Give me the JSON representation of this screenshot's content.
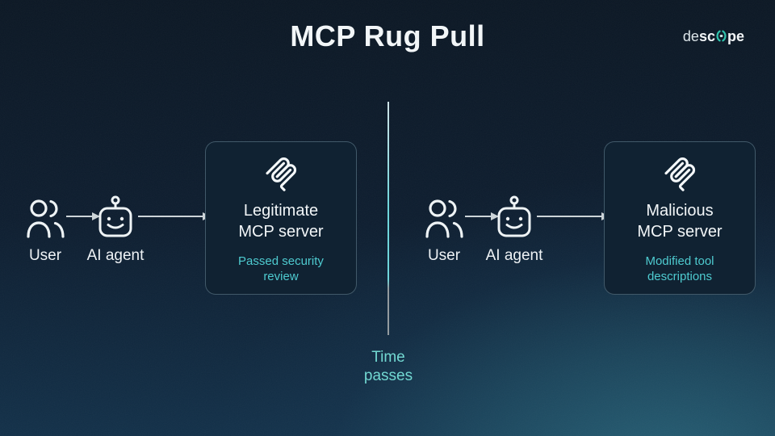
{
  "title": "MCP Rug Pull",
  "brand": {
    "prefix": "de",
    "mid": "sc",
    "suffix": "pe"
  },
  "panels": [
    {
      "user_label": "User",
      "agent_label": "AI agent",
      "server_name": [
        "Legitimate",
        "MCP server"
      ],
      "server_note": [
        "Passed security",
        "review"
      ]
    },
    {
      "user_label": "User",
      "agent_label": "AI agent",
      "server_name": [
        "Malicious",
        "MCP server"
      ],
      "server_note": [
        "Modified tool",
        "descriptions"
      ]
    }
  ],
  "divider_label": [
    "Time",
    "passes"
  ],
  "icons": {
    "user": "users-icon",
    "agent": "robot-icon",
    "server": "mcp-logo-icon",
    "arrow": "arrow-right",
    "brand_mark": "descope-lens-icon"
  },
  "colors": {
    "background_top": "#0b1724",
    "background_glow": "#2c6c80",
    "accent_teal": "#4ecbd0",
    "time_teal": "#72d8d2",
    "box_fill": "#102232",
    "text_primary": "#f2f6f8",
    "arrow": "#ccd4d8",
    "brand_teal": "#2fc4ad"
  }
}
